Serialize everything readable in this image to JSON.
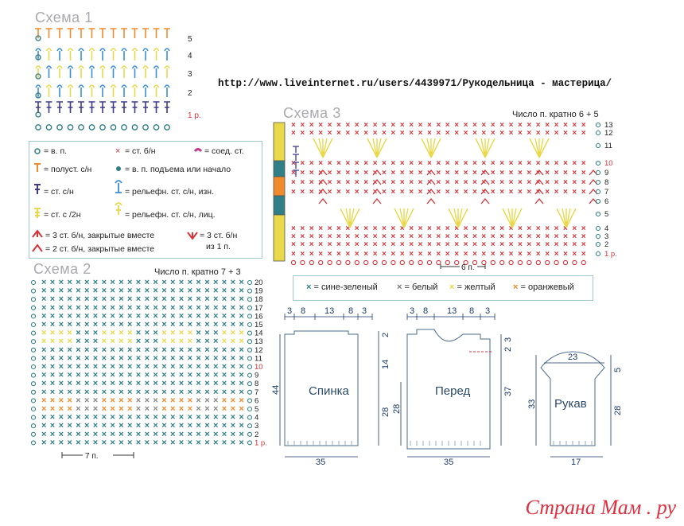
{
  "titles": {
    "schema1": "Схема 1",
    "schema2": "Схема 2",
    "schema3": "Схема 3"
  },
  "url": "http://www.liveinternet.ru/users/4439971/Рукодельница - мастерица/",
  "schema1": {
    "rows": [
      "5",
      "4",
      "3",
      "2",
      "1 р."
    ]
  },
  "schema2": {
    "repeat_note": "Число п. кратно 7 + 3",
    "rows": [
      "20",
      "19",
      "18",
      "17",
      "16",
      "15",
      "14",
      "13",
      "12",
      "11",
      "10",
      "9",
      "8",
      "7",
      "6",
      "5",
      "4",
      "3",
      "2",
      "1 р."
    ],
    "repeat_label": "7 п."
  },
  "schema3": {
    "repeat_note": "Число п. кратно 6 + 5",
    "rows": [
      "13",
      "12",
      "11",
      "10",
      "9",
      "8",
      "7",
      "6",
      "5",
      "4",
      "3",
      "2",
      "1 р."
    ],
    "repeat_label": "6 п."
  },
  "legend": {
    "ch": "= в. п.",
    "hdc": "= полуст. с/н",
    "dc": "= ст. с/н",
    "tr": "= ст. с /2н",
    "sc": "= ст. б/н",
    "turning": "= в. п. подъема или начало",
    "fpdc_back": "= рельефн. ст. с/н, изн.",
    "fpdc_front": "= рельефн. ст. с/н, лиц.",
    "slst": "= соед. ст.",
    "sc3tog": "= 3 ст. б/н, закрытые вместе",
    "sc2tog": "= 2 ст. б/н, закрытые вместе",
    "inc3": "= 3 ст. б/н",
    "inc3b": "из 1 п."
  },
  "colors_legend": [
    {
      "label": "= сине-зеленый",
      "color": "#2f7f86"
    },
    {
      "label": "= белый",
      "color": "#777777"
    },
    {
      "label": "= желтый",
      "color": "#e8d84a"
    },
    {
      "label": "= оранжевый",
      "color": "#f08a2c"
    }
  ],
  "pattern": {
    "back": {
      "label": "Спинка",
      "top_dims": [
        "3",
        "8",
        "13",
        "8",
        "3"
      ],
      "width": "35",
      "height": "44",
      "body": "28",
      "armhole": "14",
      "shoulder": "2"
    },
    "front": {
      "label": "Перед",
      "top_dims": [
        "3",
        "8",
        "13",
        "8",
        "3"
      ],
      "width": "35",
      "height": "37",
      "body": "28",
      "neck_a": "3",
      "neck_b": "2"
    },
    "sleeve": {
      "label": "Рукав",
      "top": "23",
      "cuff": "17",
      "height": "33",
      "body": "28",
      "cap": "5"
    }
  },
  "watermark": "Страна Мам . ру",
  "palette": {
    "teal": "#2f7f86",
    "blue": "#3a8ed6",
    "orange": "#f08a2c",
    "yellow": "#e8d84a",
    "red": "#d6343a",
    "purple": "#3d3a8c",
    "grey": "#888888"
  }
}
